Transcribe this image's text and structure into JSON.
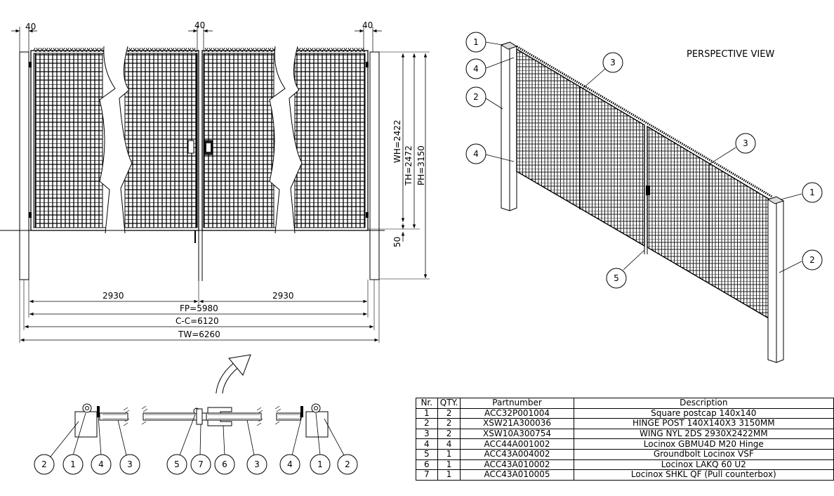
{
  "front_view": {
    "post_dims": [
      "40",
      "40",
      "40"
    ],
    "dim_wh": "WH=2422",
    "dim_th": "TH=2472",
    "dim_ph": "PH=3150",
    "dim_gap": "50",
    "dim_wing_left": "2930",
    "dim_wing_right": "2930",
    "dim_fp": "FP=5980",
    "dim_cc": "C-C=6120",
    "dim_tw": "TW=6260"
  },
  "perspective": {
    "title": "PERSPECTIVE VIEW",
    "balloons": [
      "1",
      "4",
      "2",
      "4",
      "3",
      "3",
      "1",
      "2",
      "5"
    ]
  },
  "section_view": {
    "balloons": [
      "2",
      "1",
      "4",
      "3",
      "5",
      "7",
      "6",
      "3",
      "4",
      "1",
      "2"
    ]
  },
  "bom": {
    "headers": [
      "Nr.",
      "QTY.",
      "Partnumber",
      "Description"
    ],
    "rows": [
      [
        "1",
        "2",
        "ACC32P001004",
        "Square postcap 140x140"
      ],
      [
        "2",
        "2",
        "XSW21A300036",
        "HINGE POST 140X140X3 3150MM"
      ],
      [
        "3",
        "2",
        "XSW10A300754",
        "WING NYL 2DS 2930X2422MM"
      ],
      [
        "4",
        "4",
        "ACC44A001002",
        "Locinox GBMU4D M20 Hinge"
      ],
      [
        "5",
        "1",
        "ACC43A004002",
        "Groundbolt Locinox VSF"
      ],
      [
        "6",
        "1",
        "ACC43A010002",
        "Locinox LAKQ 60 U2"
      ],
      [
        "7",
        "1",
        "ACC43A010005",
        "Locinox SHKL QF (Pull counterbox)"
      ]
    ]
  }
}
